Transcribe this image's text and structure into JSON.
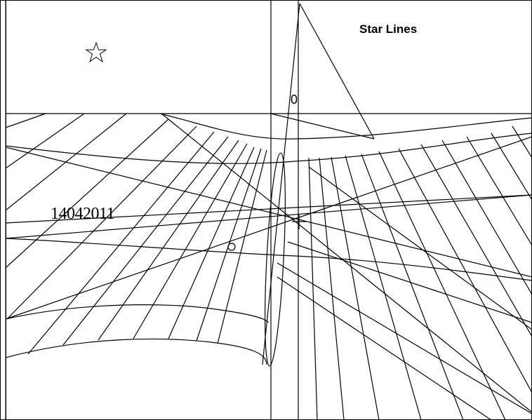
{
  "title": "Star Lines",
  "date_label": "14042011",
  "origin_label": "0",
  "icons": {
    "star": "star-outline-icon"
  },
  "colors": {
    "line": "#000000",
    "background": "#ffffff"
  }
}
